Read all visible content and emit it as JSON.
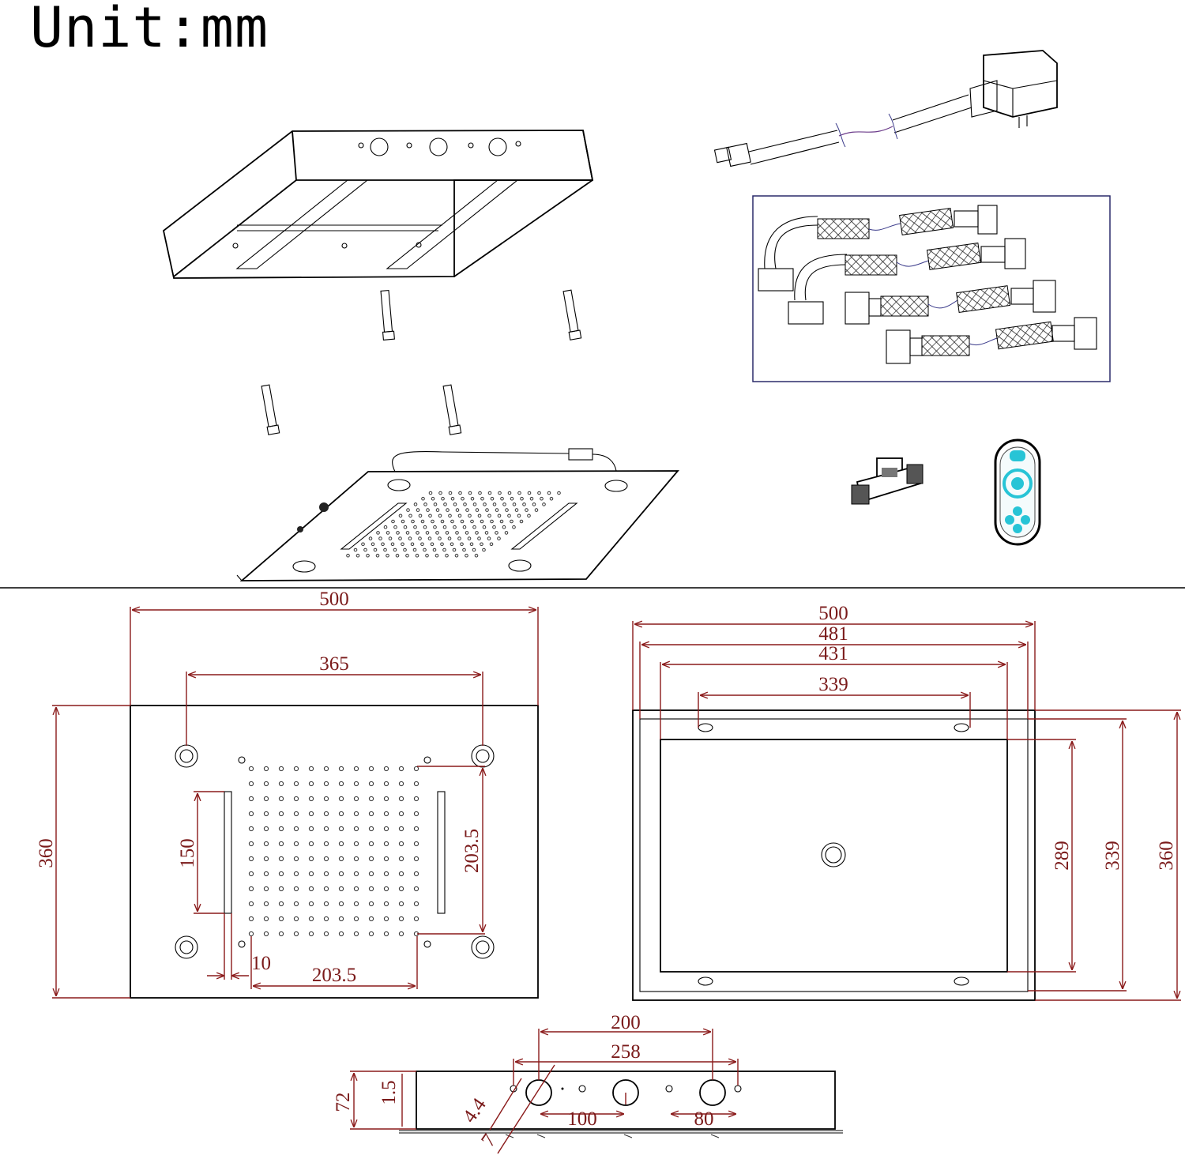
{
  "header": {
    "unit_label": "Unit:mm"
  },
  "components": {
    "mounting_box": "mounting-box",
    "power_adapter": "power-adapter",
    "hoses": "braided-hose-set",
    "bolts": "anchor-bolts",
    "shower_head": "led-shower-head",
    "tee_connector": "tee-connector",
    "remote": "remote-control"
  },
  "front_view": {
    "width_total": "500",
    "hole_spacing": "365",
    "height_total": "360",
    "strip_length": "150",
    "nozzle_field_height": "203.5",
    "nozzle_field_width": "203.5",
    "strip_offset": "10"
  },
  "back_view": {
    "w_500": "500",
    "w_481": "481",
    "w_431": "431",
    "w_339": "339",
    "h_289": "289",
    "h_339": "339",
    "h_360": "360"
  },
  "side_view": {
    "w_200": "200",
    "w_258": "258",
    "h_72": "72",
    "t_1_5": "1.5",
    "d_4_4": "4.4",
    "d_7": "7",
    "s_100": "100",
    "s_80": "80"
  },
  "colors": {
    "dimension": "#8a1a1a",
    "ink": "#000000",
    "remote_accent": "#27c4d6"
  }
}
